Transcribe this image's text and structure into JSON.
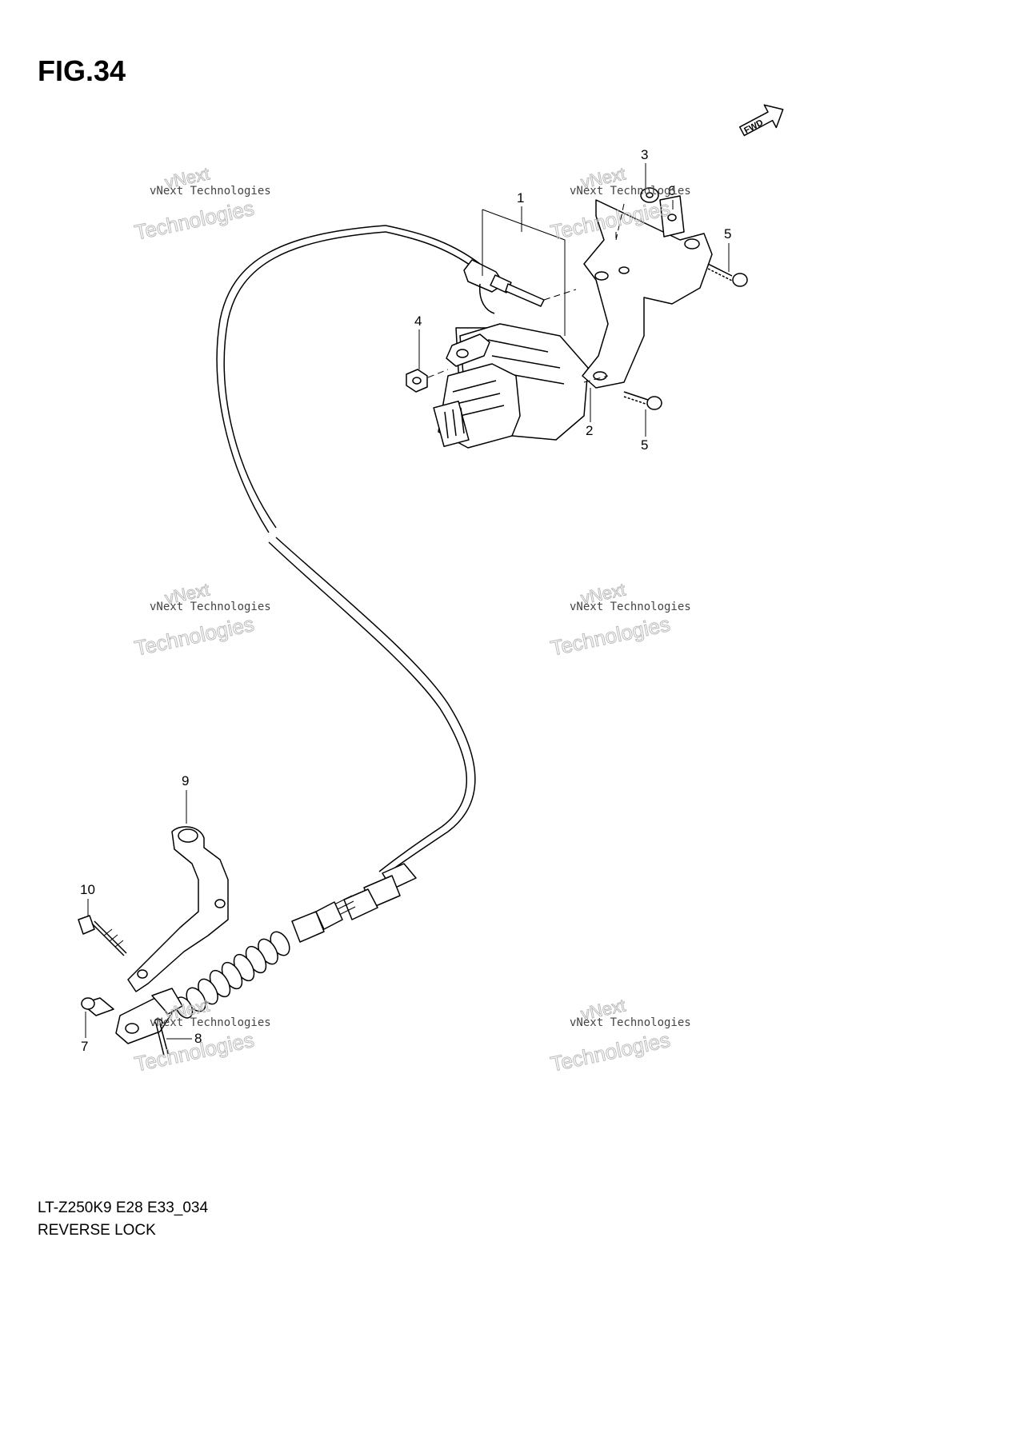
{
  "figure": {
    "title": "FIG.34",
    "model_code": "LT-Z250K9 E28 E33_034",
    "caption": "REVERSE LOCK",
    "direction_badge": "FWD"
  },
  "callouts": [
    "1",
    "2",
    "3",
    "4",
    "5",
    "5",
    "6",
    "7",
    "8",
    "9",
    "10"
  ],
  "watermark": {
    "small": "vNext Technologies",
    "outline_top": "vNext",
    "outline_bottom": "Technologies"
  }
}
